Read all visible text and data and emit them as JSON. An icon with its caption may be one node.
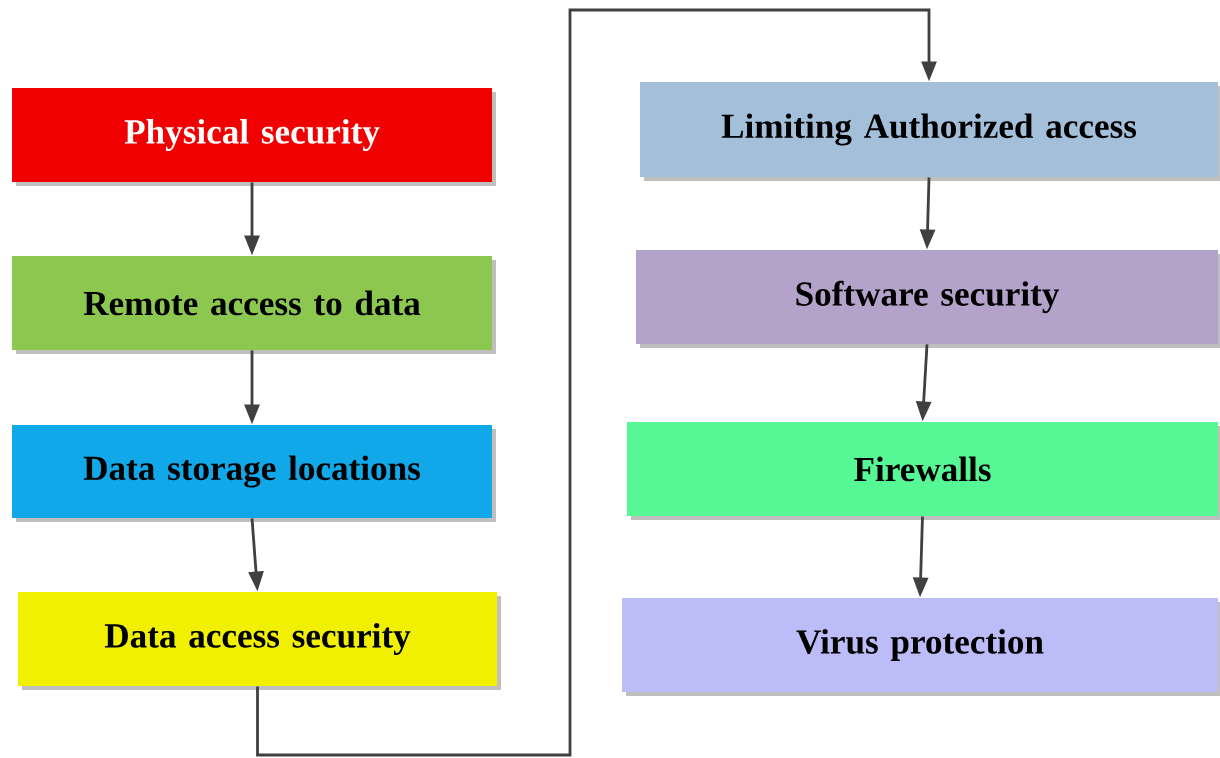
{
  "diagram": {
    "nodes": [
      {
        "text": [
          "Physical security"
        ]
      },
      {
        "text": [
          "Remote access to data"
        ]
      },
      {
        "text": [
          "Data storage locations"
        ]
      },
      {
        "text": [
          "Data access security"
        ]
      },
      {
        "text": [
          "Limiting Authorized access"
        ]
      },
      {
        "text": [
          "Software security"
        ]
      },
      {
        "text": [
          "Firewalls"
        ]
      },
      {
        "text": [
          "Virus protection"
        ]
      }
    ],
    "edges": [
      {
        "from": 0,
        "to": 1,
        "arrow": "to"
      },
      {
        "from": 1,
        "to": 2,
        "arrow": "to"
      },
      {
        "from": 2,
        "to": 3,
        "arrow": "to"
      },
      {
        "from": 3,
        "to": 4,
        "arrow": "to"
      },
      {
        "from": 4,
        "to": 5,
        "arrow": "to"
      },
      {
        "from": 5,
        "to": 6,
        "arrow": "to"
      },
      {
        "from": 6,
        "to": 7,
        "arrow": "to"
      }
    ]
  }
}
